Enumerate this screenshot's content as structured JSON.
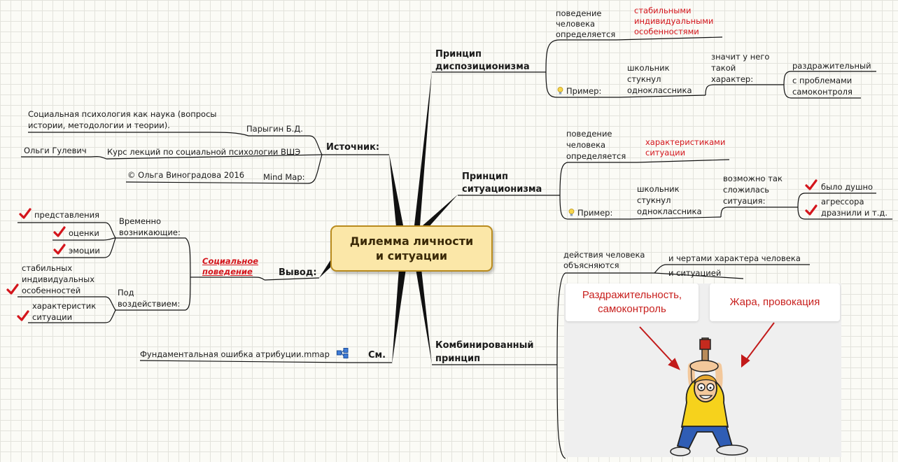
{
  "central": {
    "label": "Дилемма личности\nи ситуации"
  },
  "branches": {
    "dispositionism": {
      "label_1": "Принцип",
      "label_2": "диспозиционизма",
      "behavior_1": "поведение",
      "behavior_2": "человека",
      "behavior_3": "определяется",
      "stable_1": "стабильными",
      "stable_2": "индивидуальными",
      "stable_3": "особенностями",
      "example": "Пример:",
      "pupil_1": "школьник",
      "pupil_2": "стукнул",
      "pupil_3": "одноклассника",
      "means_1": "значит у него",
      "means_2": "такой",
      "means_3": "характер:",
      "irritable": "раздражительный",
      "self_control_1": "с проблемами",
      "self_control_2": "самоконтроля"
    },
    "situationism": {
      "label_1": "Принцип",
      "label_2": "ситуационизма",
      "behavior_1": "поведение",
      "behavior_2": "человека",
      "behavior_3": "определяется",
      "situation_1": "характеристиками",
      "situation_2": "ситуации",
      "example": "Пример:",
      "pupil_1": "школьник",
      "pupil_2": "стукнул",
      "pupil_3": "одноклассника",
      "maybe_1": "возможно так",
      "maybe_2": "сложилась",
      "maybe_3": "ситуация:",
      "stuffy": "было душно",
      "aggressor_1": "агрессора",
      "aggressor_2": "дразнили и т.д."
    },
    "combined": {
      "label_1": "Комбинированный",
      "label_2": "принцип",
      "actions_1": "действия человека",
      "actions_2": "объясняются",
      "traits": "и чертами характера человека",
      "situation": "и ситуацией",
      "card_left": "Раздражительность,\nсамоконтроль",
      "card_right": "Жара, провокация"
    },
    "source": {
      "label": "Источник:",
      "parygin": "Парыгин Б.Д.",
      "book_1": "Социальная психология как наука  (вопросы",
      "book_2": "истории, методологии и теории).",
      "course": "Курс лекций по социальной психологии ВШЭ",
      "gulevich": "Ольги Гулевич",
      "mindmap": "Mind Map:",
      "copyright": "© Ольга Виноградова 2016"
    },
    "conclusion": {
      "label": "Вывод:",
      "social_1": "Социальное",
      "social_2": "поведение",
      "temporary_1": "Временно",
      "temporary_2": "возникающие:",
      "representations": "представления",
      "evaluations": "оценки",
      "emotions": "эмоции",
      "influence_1": "Под",
      "influence_2": "воздействием:",
      "stable_1": "стабильных",
      "stable_2": "индивидуальных",
      "stable_3": "особенностей",
      "char_1": "характеристик",
      "char_2": "ситуации"
    },
    "see_also": {
      "label": "См.",
      "file": "Фундаментальная ошибка атрибуции.mmap"
    }
  },
  "colors": {
    "accent_red": "#d4151c",
    "central_fill": "#fbe7a8",
    "central_border": "#b98b1e",
    "check": "#d4151c"
  }
}
